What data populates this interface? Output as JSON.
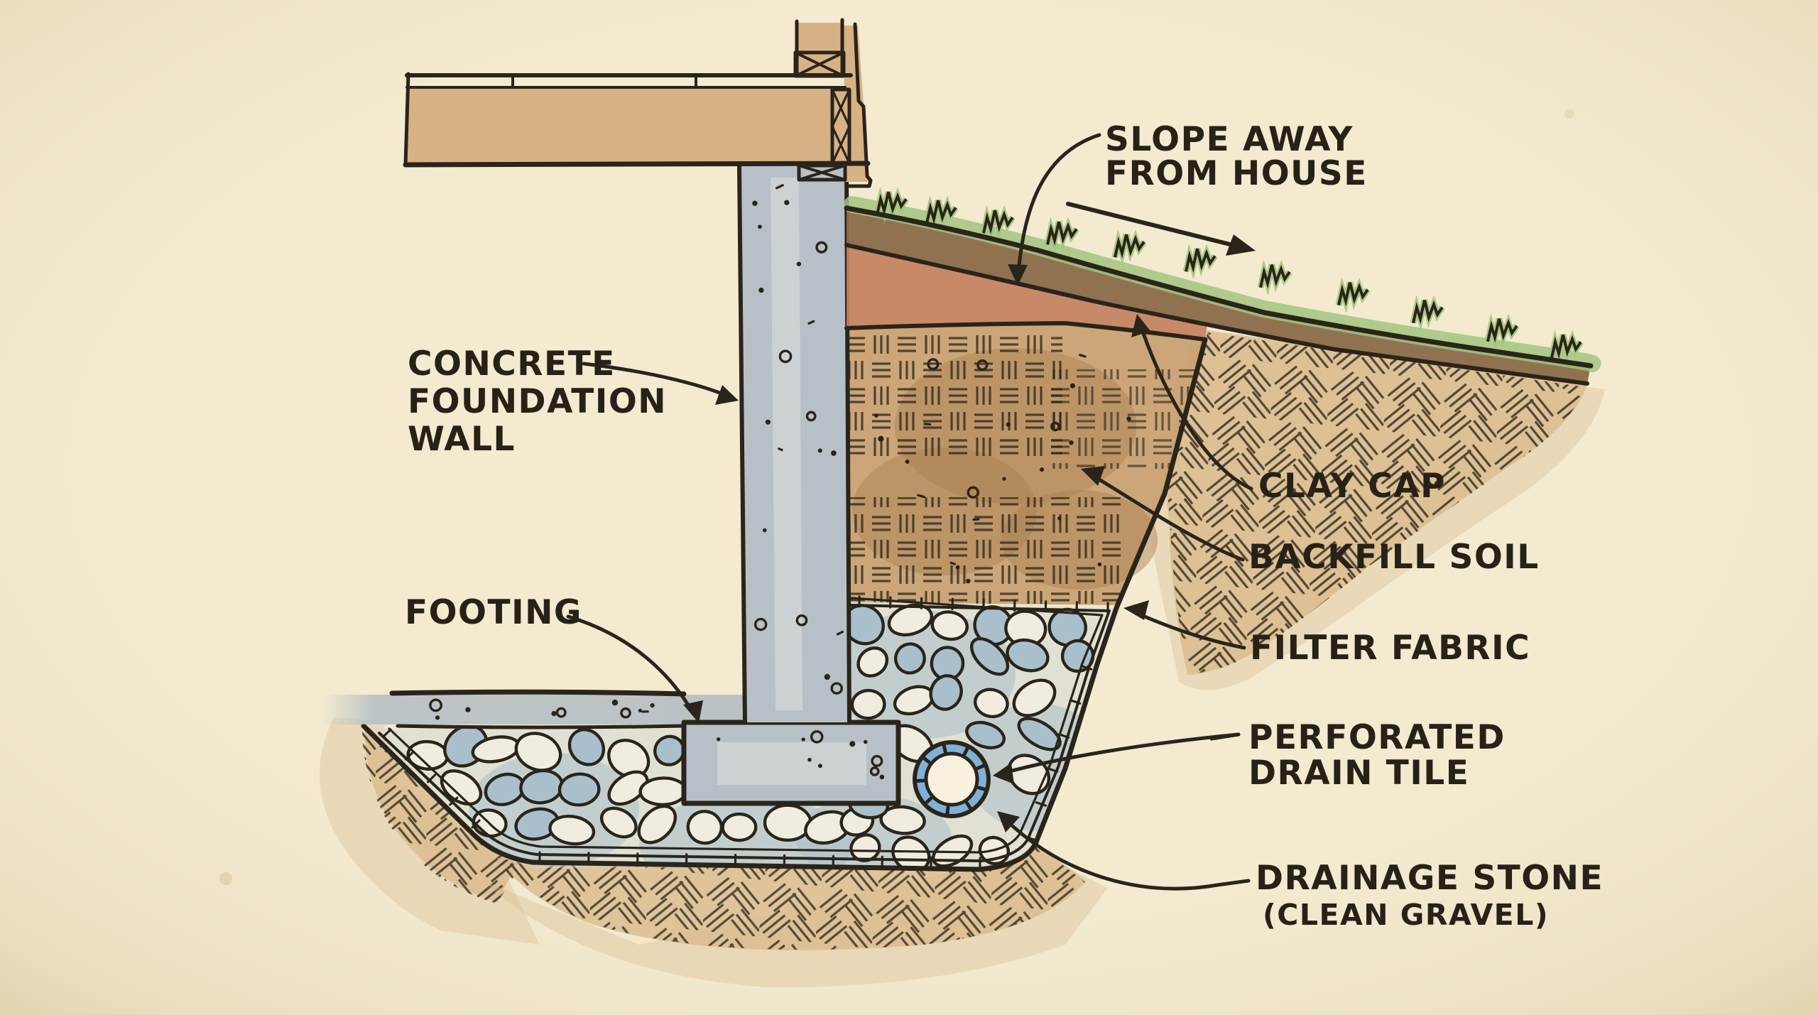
{
  "labels": {
    "slope": {
      "line1": "SLOPE AWAY",
      "line2": "FROM HOUSE"
    },
    "wall": {
      "line1": "CONCRETE",
      "line2": "FOUNDATION",
      "line3": "WALL"
    },
    "footing": {
      "text": "FOOTING"
    },
    "clay_cap": {
      "text": "CLAY CAP"
    },
    "backfill": {
      "text": "BACKFILL SOIL"
    },
    "filter_fabric": {
      "text": "FILTER FABRIC"
    },
    "drain_tile": {
      "line1": "PERFORATED",
      "line2": "DRAIN TILE"
    },
    "drainage_stone": {
      "line1": "DRAINAGE STONE",
      "line2": "(CLEAN GRAVEL)"
    }
  },
  "colors": {
    "paper": "#f3ead0",
    "ink": "#2a241a",
    "wood": "#d7b285",
    "concrete": "#b7c0c6",
    "gravelBlue": "#a9bfcb",
    "backfill": "#c49a68",
    "nativeSoil": "#d9ba8c",
    "topsoil": "#8a6b4a",
    "clay": "#c4805f",
    "grass": "#a2c47e",
    "tileBlue": "#7fb2d9"
  }
}
